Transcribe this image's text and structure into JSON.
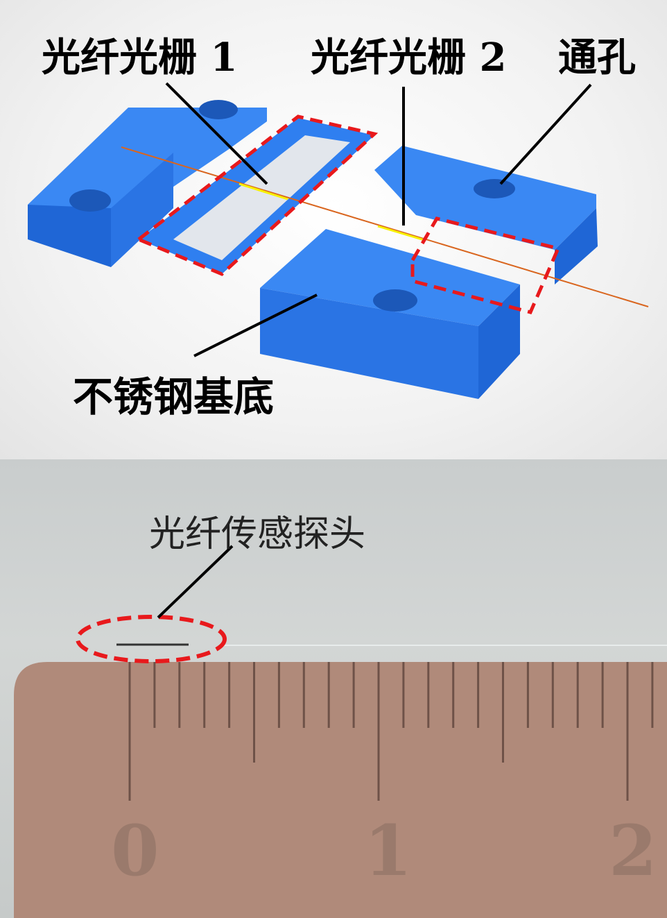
{
  "labels": {
    "fbg1": "光纤光栅 1",
    "fbg2": "光纤光栅 2",
    "through_hole": "通孔",
    "substrate": "不锈钢基底",
    "probe": "光纤传感探头"
  },
  "ruler": {
    "tick_labels": [
      "0",
      "1",
      "2"
    ],
    "unit_ticks_per_label": 10
  },
  "colors": {
    "block": "#2f7ff0",
    "highlight": "#e8191c",
    "fiber": "#d9651e",
    "grating": "#f7f000",
    "ruler": "#b08a7a"
  }
}
